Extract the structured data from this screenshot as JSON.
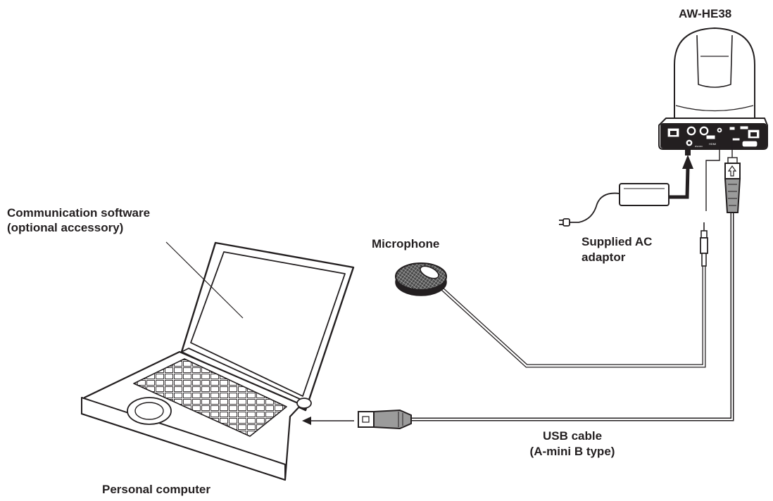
{
  "diagram": {
    "camera_label": "AW-HE38",
    "software_label_line1": "Communication software",
    "software_label_line2": "(optional accessory)",
    "microphone_label": "Microphone",
    "ac_adaptor_label_line1": "Supplied AC",
    "ac_adaptor_label_line2": "adaptor",
    "usb_cable_label_line1": "USB cable",
    "usb_cable_label_line2": "(A-mini B type)",
    "computer_label": "Personal computer",
    "port_text_hdmi": "HDMI",
    "port_text_rs": "RS232C"
  },
  "colors": {
    "line": "#231f20",
    "fill_light": "#ffffff",
    "fill_gray": "#9b9b9b",
    "fill_dark": "#231f20"
  }
}
